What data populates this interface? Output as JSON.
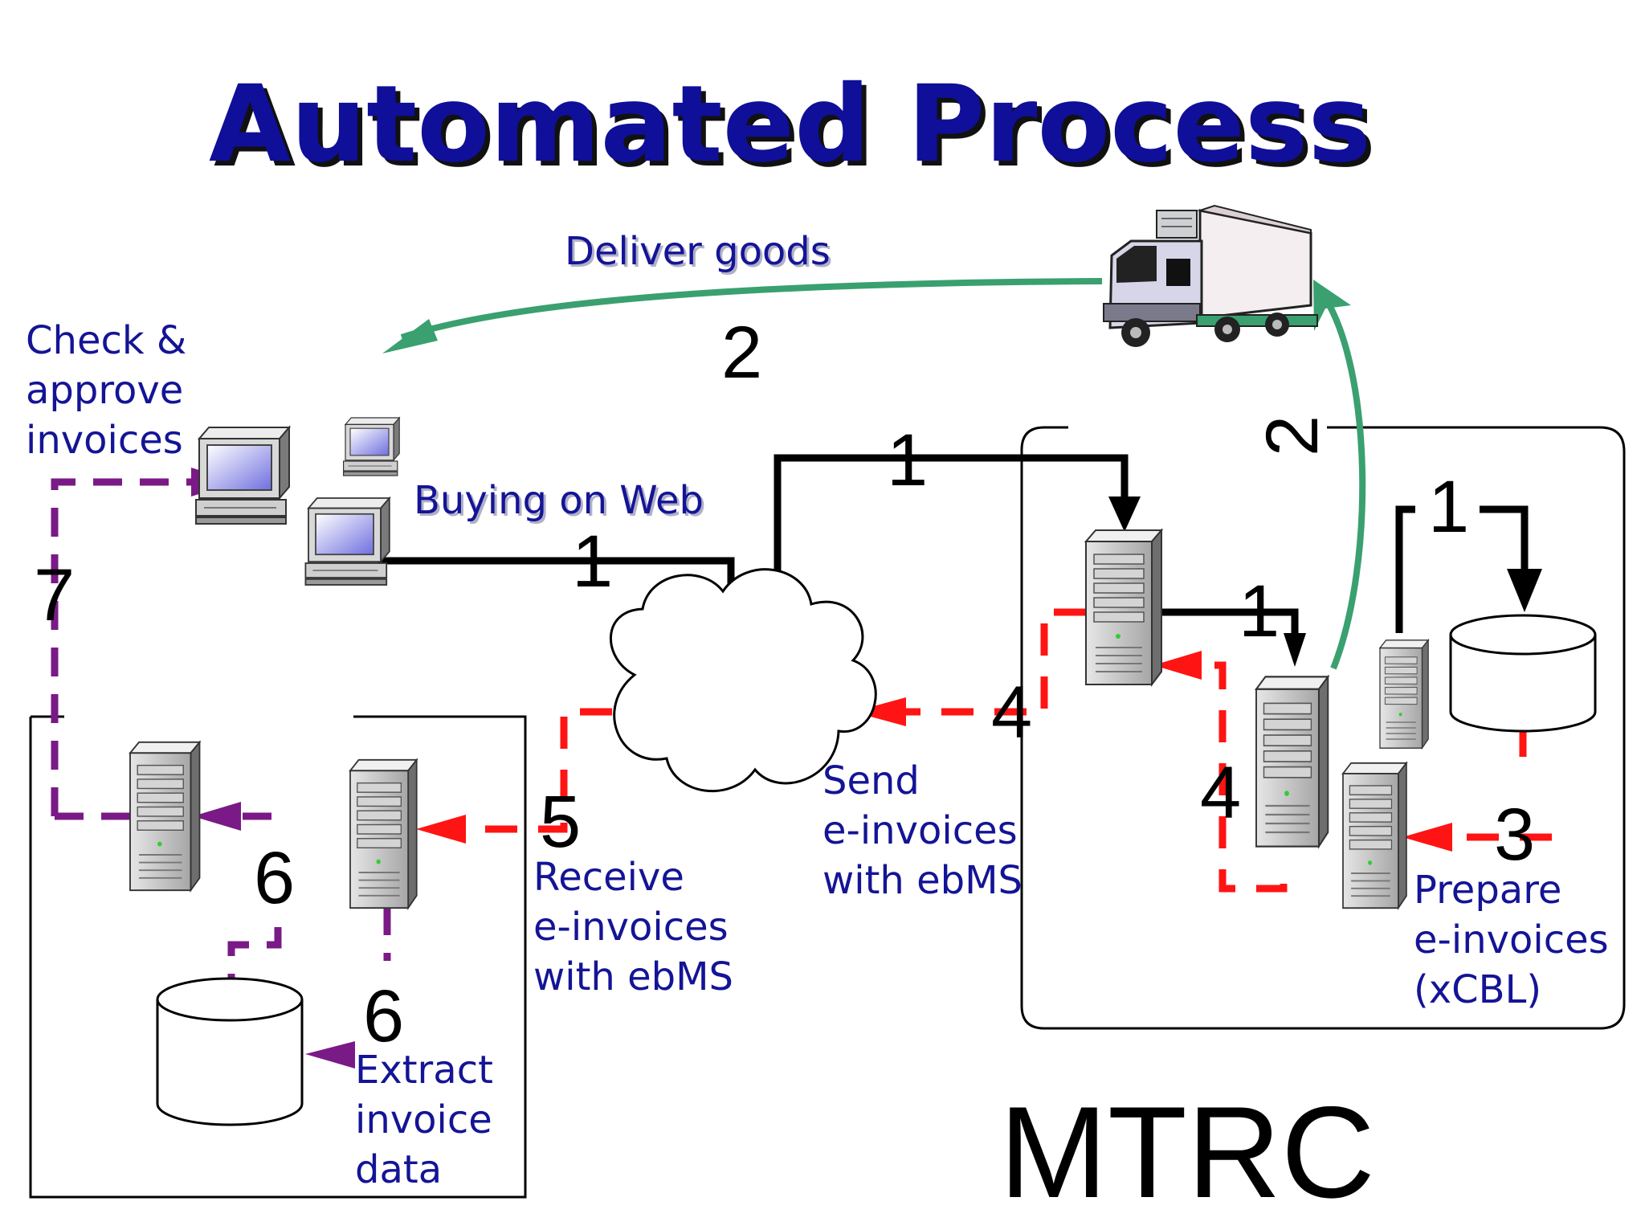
{
  "title": "Automated Process",
  "labels": {
    "deliver_goods": "Deliver goods",
    "check_l1": "Check &",
    "check_l2": "approve",
    "check_l3": "invoices",
    "buying_on_web": "Buying on Web",
    "send_l1": "Send",
    "send_l2": "e-invoices",
    "send_l3": "with ebMS",
    "receive_l1": "Receive",
    "receive_l2": "e-invoices",
    "receive_l3": "with ebMS",
    "prepare_l1": "Prepare",
    "prepare_l2": "e-invoices",
    "prepare_l3": "(xCBL)",
    "extract_l1": "Extract",
    "extract_l2": "invoice",
    "extract_l3": "data",
    "mtrc": "MTRC"
  },
  "step_numbers": {
    "deliver": "2",
    "truck_return": "2",
    "buy_web": "1",
    "to_mtrc": "1",
    "mtrc_internal_a": "1",
    "mtrc_internal_b": "1",
    "send": "4",
    "mtrc_loop": "4",
    "prepare": "3",
    "receive": "5",
    "extract_a": "6",
    "extract_b": "6",
    "check": "7"
  },
  "colors": {
    "title": "#0f0f99",
    "label_text": "#141496",
    "order_flow": "#000000",
    "invoice_flow": "#ff1414",
    "customer_flow": "#7a1a86",
    "goods_flow": "#3aa070"
  },
  "icons": [
    "truck-icon",
    "desktop-computer-icon",
    "server-tower-icon",
    "database-icon",
    "internet-cloud-icon"
  ]
}
